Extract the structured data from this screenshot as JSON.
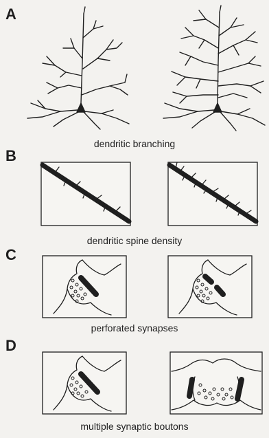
{
  "panels": [
    {
      "letter": "A",
      "caption": "dendritic branching"
    },
    {
      "letter": "B",
      "caption": "dendritic spine density"
    },
    {
      "letter": "C",
      "caption": "perforated synapses"
    },
    {
      "letter": "D",
      "caption": "multiple synaptic boutons"
    }
  ]
}
